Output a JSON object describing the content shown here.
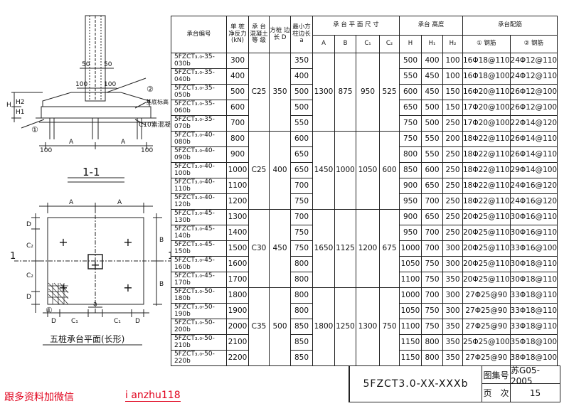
{
  "top_watermark": "",
  "section": {
    "title": "1-1",
    "dims": {
      "a_left": "A",
      "a_right": "A",
      "d100_1": "100",
      "d100_2": "100",
      "d50_1": "50",
      "d50_2": "50",
      "d100_3": "100",
      "d100_4": "100"
    },
    "labels": {
      "h": "H",
      "h1": "H1",
      "h2": "H2",
      "c1": "①",
      "c2": "②",
      "base_level": "基底标高",
      "c10": "C10素混凝土",
      "sub": "100"
    }
  },
  "plan": {
    "title": "五桩承台平面(长形)",
    "labels": {
      "a1": "A",
      "a2": "A",
      "b1": "B",
      "b2": "B",
      "d_top": "D",
      "c2_left": "C₂",
      "c2_left2": "C₂",
      "d_bot": "D",
      "c1_l": "C₁",
      "c1_r": "C₁",
      "a_mid": "a",
      "d_left": "D",
      "d_right": "D",
      "one_left": "1",
      "one_right": "1",
      "circle1": "①",
      "circle2": "②"
    }
  },
  "table": {
    "headers": {
      "code": "承台编号",
      "load": "单 桩 净反力 (kN)",
      "grade": "承 台 混凝土 等 级",
      "pile": "方桩 边长 D",
      "col": "最小方 柱边长 a",
      "plan": "承 台 平 面 尺 寸",
      "height": "承台 高度",
      "rebar": "承台配筋",
      "A": "A",
      "B": "B",
      "C1": "C₁",
      "C2": "C₂",
      "H": "H",
      "H1": "H₁",
      "H2": "H₂",
      "r1": "① 钢筋",
      "r2": "② 钢筋"
    },
    "groups": [
      {
        "grade": "C25",
        "pile": "350",
        "A": "1300",
        "B": "875",
        "C1": "950",
        "C2": "525",
        "rows": [
          [
            "5FZCT₃.₀-35-030b",
            "300",
            "350",
            "500",
            "400",
            "100",
            "16Φ18@110",
            "24Φ12@110"
          ],
          [
            "5FZCT₃.₀-35-040b",
            "400",
            "400",
            "550",
            "450",
            "100",
            "16Φ18@100",
            "24Φ12@110"
          ],
          [
            "5FZCT₃.₀-35-050b",
            "500",
            "500",
            "600",
            "450",
            "150",
            "16Φ20@110",
            "26Φ12@100"
          ],
          [
            "5FZCT₃.₀-35-060b",
            "600",
            "500",
            "650",
            "500",
            "150",
            "17Φ20@100",
            "26Φ12@100"
          ],
          [
            "5FZCT₃.₀-35-070b",
            "700",
            "550",
            "750",
            "500",
            "250",
            "17Φ20@100",
            "22Φ14@120"
          ]
        ]
      },
      {
        "grade": "C25",
        "pile": "400",
        "A": "1450",
        "B": "1000",
        "C1": "1050",
        "C2": "600",
        "rows": [
          [
            "5FZCT₃.₀-40-080b",
            "800",
            "600",
            "750",
            "550",
            "200",
            "18Φ22@110",
            "26Φ14@110"
          ],
          [
            "5FZCT₃.₀-40-090b",
            "900",
            "650",
            "800",
            "550",
            "250",
            "18Φ22@110",
            "26Φ14@110"
          ],
          [
            "5FZCT₃.₀-40-100b",
            "1000",
            "650",
            "850",
            "600",
            "250",
            "18Φ22@110",
            "29Φ14@100"
          ],
          [
            "5FZCT₃.₀-40-110b",
            "1100",
            "700",
            "900",
            "650",
            "250",
            "18Φ22@110",
            "24Φ16@120"
          ],
          [
            "5FZCT₃.₀-40-120b",
            "1200",
            "750",
            "950",
            "700",
            "250",
            "18Φ22@110",
            "24Φ16@120"
          ]
        ]
      },
      {
        "grade": "C30",
        "pile": "450",
        "A": "1650",
        "B": "1125",
        "C1": "1200",
        "C2": "675",
        "rows": [
          [
            "5FZCT₃.₀-45-130b",
            "1300",
            "700",
            "900",
            "650",
            "250",
            "20Φ25@110",
            "30Φ16@110"
          ],
          [
            "5FZCT₃.₀-45-140b",
            "1400",
            "750",
            "950",
            "700",
            "250",
            "20Φ25@110",
            "30Φ16@110"
          ],
          [
            "5FZCT₃.₀-45-150b",
            "1500",
            "750",
            "1000",
            "700",
            "300",
            "20Φ25@110",
            "33Φ16@100"
          ],
          [
            "5FZCT₃.₀-45-160b",
            "1600",
            "800",
            "1050",
            "750",
            "300",
            "20Φ25@110",
            "30Φ18@110"
          ],
          [
            "5FZCT₃.₀-45-170b",
            "1700",
            "800",
            "1100",
            "750",
            "350",
            "20Φ25@110",
            "30Φ18@110"
          ]
        ]
      },
      {
        "grade": "C35",
        "pile": "500",
        "A": "1800",
        "B": "1250",
        "C1": "1300",
        "C2": "750",
        "rows": [
          [
            "5FZCT₃.₀-50-180b",
            "1800",
            "800",
            "1000",
            "700",
            "300",
            "27Φ25@90",
            "33Φ18@110"
          ],
          [
            "5FZCT₃.₀-50-190b",
            "1900",
            "800",
            "1050",
            "750",
            "300",
            "27Φ25@90",
            "33Φ18@110"
          ],
          [
            "5FZCT₃.₀-50-200b",
            "2000",
            "850",
            "1100",
            "750",
            "350",
            "27Φ25@90",
            "33Φ18@110"
          ],
          [
            "5FZCT₃.₀-50-210b",
            "2100",
            "850",
            "1150",
            "800",
            "350",
            "25Φ25@100",
            "35Φ18@100"
          ],
          [
            "5FZCT₃.₀-50-220b",
            "2200",
            "850",
            "1150",
            "800",
            "350",
            "27Φ25@90",
            "38Φ18@100"
          ]
        ]
      }
    ]
  },
  "footer": {
    "name": "5FZCT3.0-XX-XXXb",
    "atlas_label": "图集号",
    "atlas_value": "苏G05-2005",
    "page_label": "页　次",
    "page_value": "15"
  },
  "watermark": {
    "left": "跟多资料加微信",
    "right": "i anzhu118",
    "color": "#e0001b"
  }
}
